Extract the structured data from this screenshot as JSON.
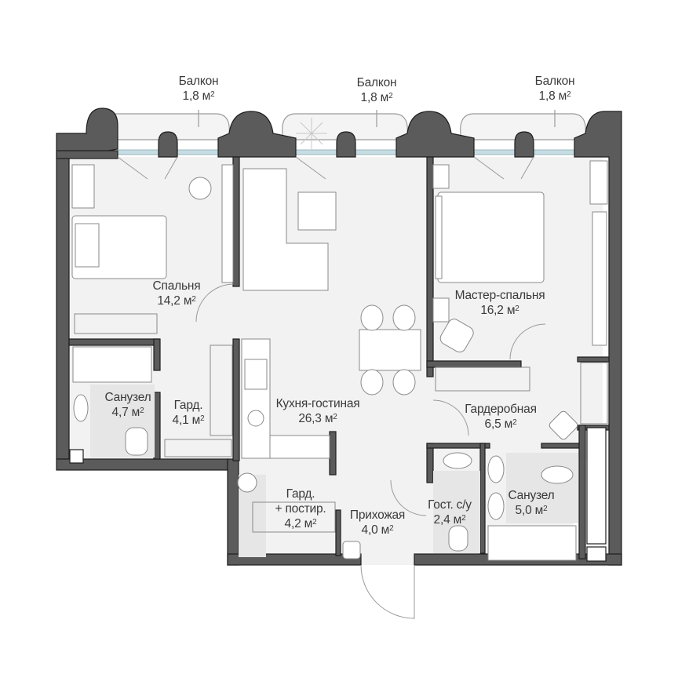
{
  "colors": {
    "background": "#ffffff",
    "floor": "#f2f2f2",
    "wall": "#5b5b5b",
    "wall_outline": "#1e1e1e",
    "glass": "#c7dde3",
    "tile": "#e6e6e6",
    "furniture_line": "#8a8a8a",
    "text": "#3a3a3a"
  },
  "unit": "м",
  "unit_sup": "2",
  "rooms": [
    {
      "id": "balcony-1",
      "name": "Балкон",
      "area": "1,8"
    },
    {
      "id": "balcony-2",
      "name": "Балкон",
      "area": "1,8"
    },
    {
      "id": "balcony-3",
      "name": "Балкон",
      "area": "1,8"
    },
    {
      "id": "bedroom",
      "name": "Спальня",
      "area": "14,2"
    },
    {
      "id": "master-bedroom",
      "name": "Мастер-спальня",
      "area": "16,2"
    },
    {
      "id": "bathroom-1",
      "name": "Санузел",
      "area": "4,7"
    },
    {
      "id": "wardrobe-1",
      "name": "Гард.",
      "area": "4,1"
    },
    {
      "id": "kitchen-living",
      "name": "Кухня-гостиная",
      "area": "26,3"
    },
    {
      "id": "walk-in-closet",
      "name": "Гардеробная",
      "area": "6,5"
    },
    {
      "id": "wardrobe-laundry",
      "name": "Гард.",
      "name2": "+ постир.",
      "area": "4,2"
    },
    {
      "id": "hallway",
      "name": "Прихожая",
      "area": "4,0"
    },
    {
      "id": "guest-wc",
      "name": "Гост. с/у",
      "area": "2,4"
    },
    {
      "id": "bathroom-2",
      "name": "Санузел",
      "area": "5,0"
    }
  ]
}
